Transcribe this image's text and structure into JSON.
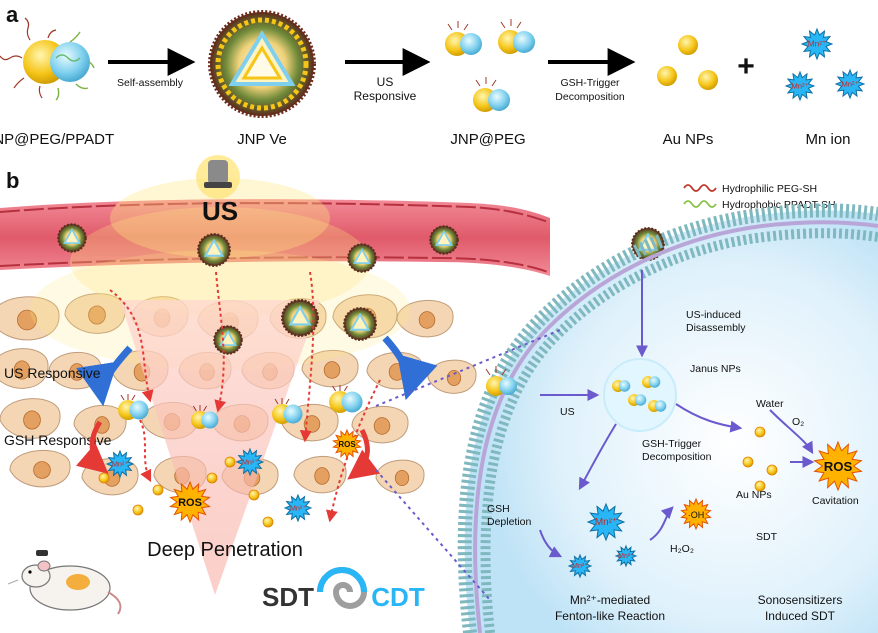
{
  "panel_a": {
    "label": "a",
    "stages": [
      {
        "name": "JNP@PEG/PPADT"
      },
      {
        "name": "JNP Ve"
      },
      {
        "name": "JNP@PEG"
      },
      {
        "name": "Au NPs"
      },
      {
        "name": "Mn ion"
      }
    ],
    "arrows": [
      {
        "line1": "Self-assembly",
        "line2": ""
      },
      {
        "line1": "US",
        "line2": "Responsive"
      },
      {
        "line1": "GSH-Trigger",
        "line2": "Decomposition"
      }
    ],
    "plus": "+",
    "mn_label": "Mn²⁺"
  },
  "panel_b": {
    "label": "b",
    "us_label": "US",
    "legend": [
      {
        "text": "Hydrophilic PEG-SH",
        "color": "#c0392b"
      },
      {
        "text": "Hydrophobic PPADT-SH",
        "color": "#8bc34a"
      }
    ],
    "left": {
      "us_responsive": "US Responsive",
      "gsh_responsive": "GSH Responsive",
      "ros": "ROS",
      "mn": "Mn²⁺",
      "deep_penetration": "Deep Penetration",
      "sdt": "SDT",
      "cdt": "CDT"
    },
    "right": {
      "us_induced_1": "US-induced",
      "us_induced_2": "Disassembly",
      "janus": "Janus NPs",
      "us": "US",
      "gsh_trigger_1": "GSH-Trigger",
      "gsh_trigger_2": "Decomposition",
      "water": "Water",
      "o2": "O₂",
      "ros": "ROS",
      "au_nps": "Au NPs",
      "cavitation": "Cavitation",
      "gsh_depletion_1": "GSH",
      "gsh_depletion_2": "Depletion",
      "oh": "·OH",
      "h2o2": "H₂O₂",
      "sdt": "SDT",
      "mn": "Mn²⁺",
      "fenton_1": "Mn²⁺-mediated",
      "fenton_2": "Fenton-like Reaction",
      "sono_1": "Sonosensitizers",
      "sono_2": "Induced SDT"
    }
  },
  "colors": {
    "gold": "#f5c518",
    "blue_np": "#7fd0ee",
    "vessel": "#e05a6a",
    "cell_fill": "#f3d0a8",
    "ros_fill": "#ffb300",
    "mn_fill": "#29b6f6",
    "arrow_red": "#e53935",
    "arrow_blue": "#2f6fd6",
    "arrow_purple": "#6a5acd"
  }
}
